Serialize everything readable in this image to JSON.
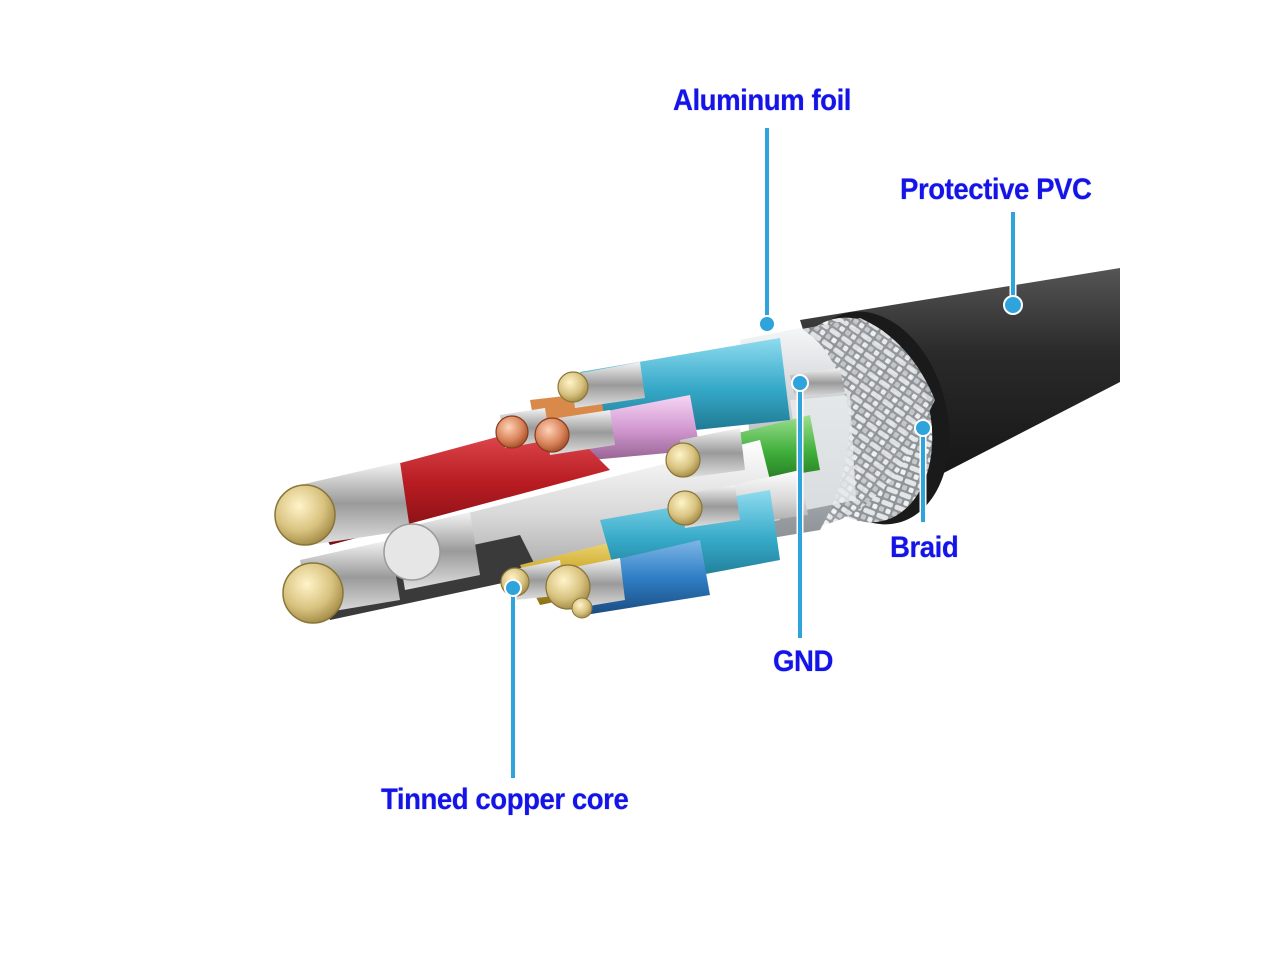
{
  "labels": {
    "aluminum_foil": "Aluminum foil",
    "protective_pvc": "Protective PVC",
    "braid": "Braid",
    "gnd": "GND",
    "tinned_copper_core": "Tinned copper core"
  },
  "colors": {
    "label_text": "#1414e6",
    "leader_line": "#2ea3dc",
    "jacket": "#2b2b2b",
    "braid": "#b9bcc0",
    "foil": "#d9dcdf",
    "wire_red": "#c8242a",
    "wire_blue": "#2f7fc6",
    "wire_cyan": "#3fb2cf",
    "wire_green": "#3fae3a",
    "wire_yellow": "#d9b93a",
    "wire_pink": "#d9a6d8",
    "wire_orange": "#d98a4a",
    "wire_white": "#eeeeee",
    "copper_tin": "#d9c48a"
  }
}
